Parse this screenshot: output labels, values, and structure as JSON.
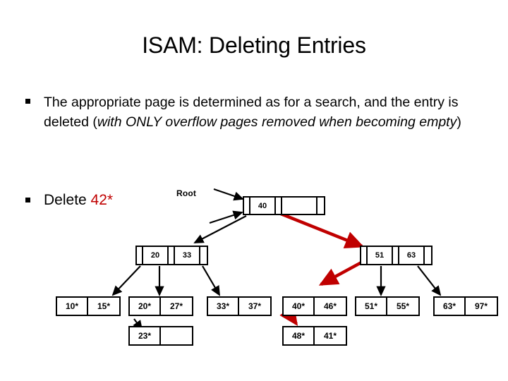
{
  "slide": {
    "title": "ISAM: Deleting Entries",
    "bullets": [
      {
        "mark": "square-bullet",
        "text_plain": "The appropriate page is determined as for a search, and the entry is deleted (",
        "text_italic": "with ONLY overflow pages removed when becoming empty",
        "text_tail": ")"
      }
    ],
    "delete_line": {
      "mark": "square-bullet",
      "label": "Delete",
      "value": "42*"
    },
    "root_label": "Root"
  },
  "colors": {
    "accent_red": "#C00000",
    "line_black": "#000000",
    "background": "#FFFFFF"
  },
  "tree": {
    "root": {
      "name": "root-node",
      "cells": [
        "",
        "40",
        "",
        "",
        ""
      ]
    },
    "index_nodes": [
      {
        "name": "index-node-left",
        "cells": [
          "",
          "20",
          "",
          "33",
          ""
        ]
      },
      {
        "name": "index-node-right",
        "cells": [
          "",
          "51",
          "",
          "63",
          ""
        ]
      }
    ],
    "leaves": [
      {
        "name": "leaf-1",
        "entries": [
          "10*",
          "15*"
        ]
      },
      {
        "name": "leaf-2",
        "entries": [
          "20*",
          "27*"
        ]
      },
      {
        "name": "leaf-3",
        "entries": [
          "33*",
          "37*"
        ]
      },
      {
        "name": "leaf-4",
        "entries": [
          "40*",
          "46*"
        ]
      },
      {
        "name": "leaf-5",
        "entries": [
          "51*",
          "55*"
        ]
      },
      {
        "name": "leaf-6",
        "entries": [
          "63*",
          "97*"
        ]
      }
    ],
    "overflow_pages": [
      {
        "name": "overflow-page-1",
        "entries": [
          "23*",
          ""
        ]
      },
      {
        "name": "overflow-page-2",
        "entries": [
          "48*",
          "41*"
        ]
      }
    ]
  }
}
